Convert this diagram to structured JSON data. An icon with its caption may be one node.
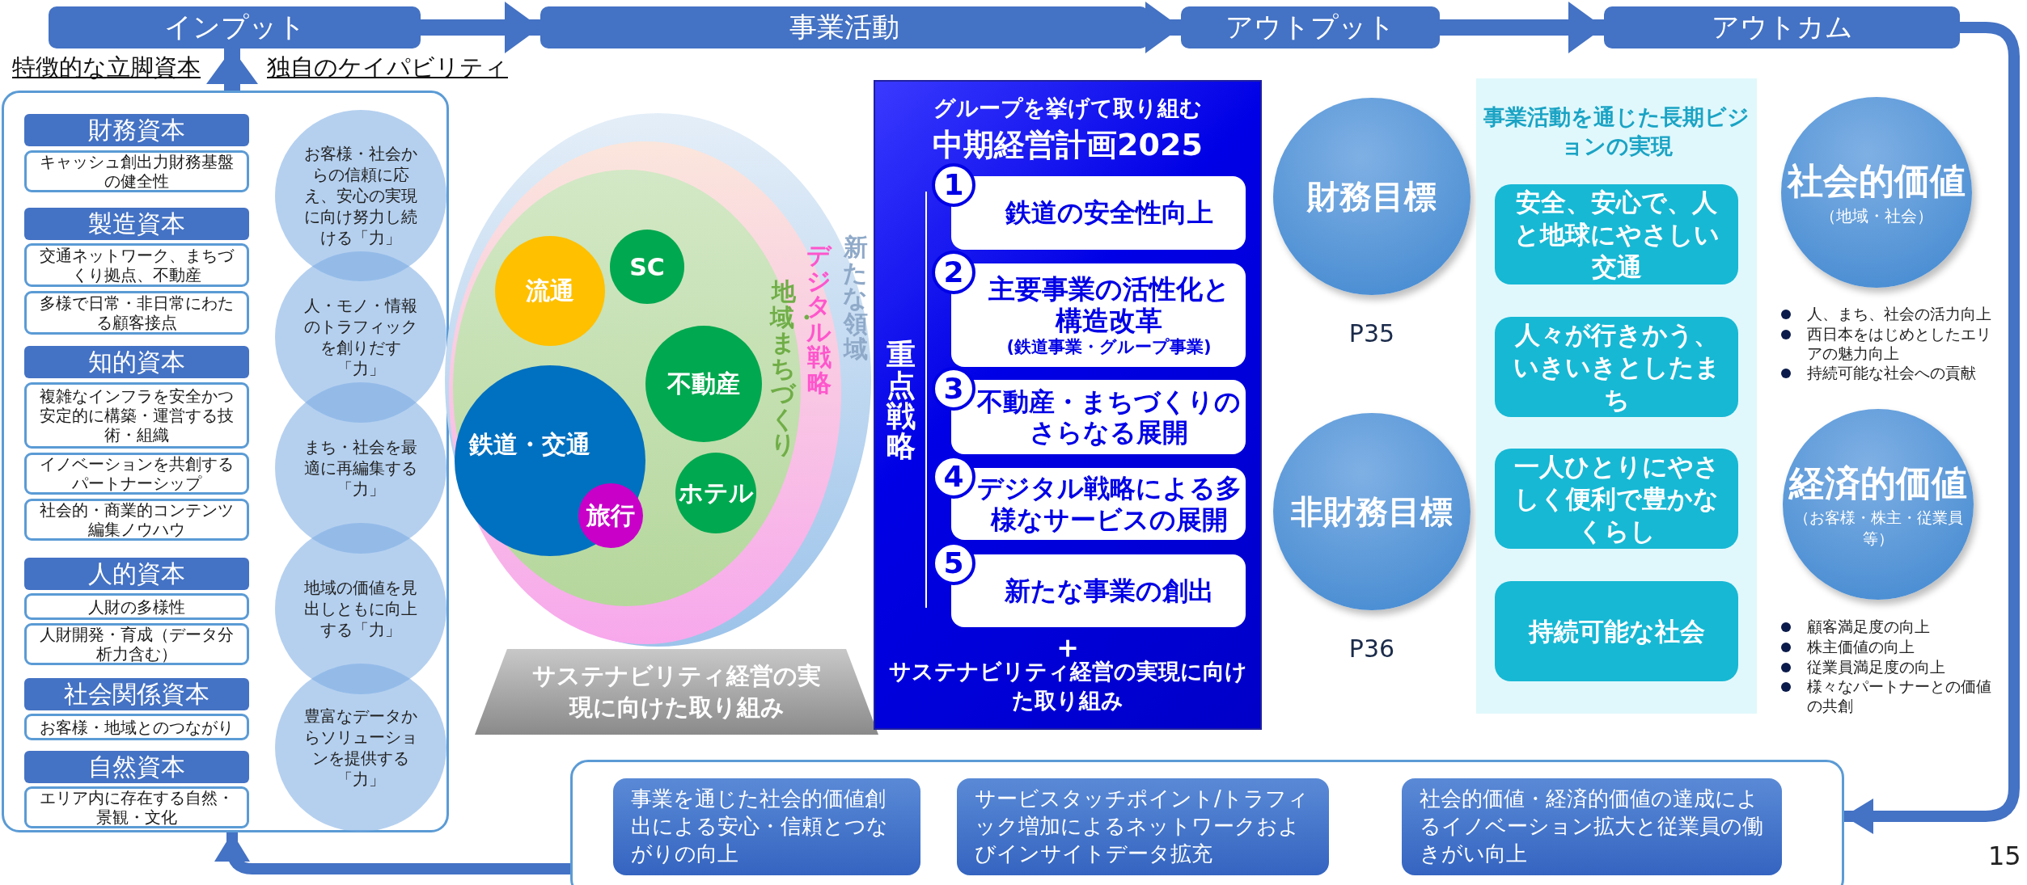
{
  "diagram": {
    "nodes": [
      {
        "text": [
          "インプット"
        ]
      },
      {
        "text": [
          "事業活動"
        ]
      },
      {
        "text": [
          "アウトプット"
        ]
      },
      {
        "text": [
          "アウトカム"
        ]
      },
      {
        "text": [],
        "shape": "box"
      },
      {
        "text": [
          "財務資本"
        ],
        "in": 4
      },
      {
        "text": [
          "キャッシュ創出力財務基盤の健全性"
        ],
        "in": 4
      },
      {
        "text": [
          "製造資本"
        ],
        "in": 4
      },
      {
        "text": [
          "交通ネットワーク、まちづくり拠点、不動産"
        ],
        "in": 4
      },
      {
        "text": [
          "多様で日常・非日常にわたる顧客接点"
        ],
        "in": 4
      },
      {
        "text": [
          "知的資本"
        ],
        "in": 4
      },
      {
        "text": [
          "複雑なインフラを安全かつ安定的に構築・運営する技術・組織"
        ],
        "in": 4
      },
      {
        "text": [
          "イノベーションを共創するパートナーシップ"
        ],
        "in": 4
      },
      {
        "text": [
          "社会的・商業的コンテンツ編集ノウハウ"
        ],
        "in": 4
      },
      {
        "text": [
          "人的資本"
        ],
        "in": 4
      },
      {
        "text": [
          "人財の多様性"
        ],
        "in": 4
      },
      {
        "text": [
          "人財開発・育成（データ分析力含む）"
        ],
        "in": 4
      },
      {
        "text": [
          "社会関係資本"
        ],
        "in": 4
      },
      {
        "text": [
          "お客様・地域とのつながり"
        ],
        "in": 4
      },
      {
        "text": [
          "自然資本"
        ],
        "in": 4
      },
      {
        "text": [
          "エリア内に存在する自然・景観・文化"
        ],
        "in": 4
      },
      {
        "text": [
          "お客様・社会からの信頼に応え、安心の実現に向け努力し続ける「力」"
        ],
        "in": 4
      },
      {
        "text": [
          "人・モノ・情報のトラフィックを創りだす「力」"
        ],
        "in": 4
      },
      {
        "text": [
          "まち・社会を最適に再編集する「力」"
        ],
        "in": 4
      },
      {
        "text": [
          "地域の価値を見出しともに向上する「力」"
        ],
        "in": 4
      },
      {
        "text": [
          "豊富なデータからソリューションを提供する「力」"
        ],
        "in": 4
      },
      {
        "text": [
          "新たな領域"
        ]
      },
      {
        "text": [
          "デジタル戦略"
        ],
        "in": 26
      },
      {
        "text": [
          "地域・まちづくり"
        ],
        "in": 27
      },
      {
        "text": [
          "鉄道・交通"
        ],
        "in": 28
      },
      {
        "text": [
          "流通"
        ],
        "in": 28
      },
      {
        "text": [
          "SC"
        ],
        "in": 28
      },
      {
        "text": [
          "不動産"
        ],
        "in": 28
      },
      {
        "text": [
          "ホテル"
        ],
        "in": 28
      },
      {
        "text": [
          "旅行"
        ],
        "in": 29
      },
      {
        "text": [
          "サステナビリティ経営の実現に向けた取り組み"
        ]
      },
      {
        "text": [
          "グループを挙げて取り組む",
          "中期経営計画2025",
          "重点戦略",
          "＋",
          "サステナビリティ経営の実現に向けた取り組み"
        ]
      },
      {
        "text": [
          "1",
          "鉄道の安全性向上"
        ],
        "in": 36
      },
      {
        "text": [
          "2",
          "主要事業の活性化と構造改革",
          "(鉄道事業・グループ事業)"
        ],
        "in": 36
      },
      {
        "text": [
          "3",
          "不動産・まちづくりのさらなる展開"
        ],
        "in": 36
      },
      {
        "text": [
          "4",
          "デジタル戦略による多様なサービスの展開"
        ],
        "in": 36
      },
      {
        "text": [
          "5",
          "新たな事業の創出"
        ],
        "in": 36
      },
      {
        "text": [
          "財務目標"
        ],
        "beside": [
          "P35"
        ]
      },
      {
        "text": [
          "非財務目標"
        ],
        "beside": [
          "P36"
        ]
      },
      {
        "text": [
          "事業活動を通じた長期ビジョンの実現"
        ]
      },
      {
        "text": [
          "安全、安心で、人と地球にやさしい交通"
        ],
        "in": 44
      },
      {
        "text": [
          "人々が行きかう、いきいきとしたまち"
        ],
        "in": 44
      },
      {
        "text": [
          "一人ひとりにやさしく便利で豊かなくらし"
        ],
        "in": 44
      },
      {
        "text": [
          "持続可能な社会"
        ],
        "in": 44
      },
      {
        "text": [
          "社会的価値",
          "（地域・社会）"
        ],
        "beside": [
          "人、まち、社会の活力向上",
          "西日本をはじめとしたエリアの魅力向上",
          "持続可能な社会への貢献"
        ]
      },
      {
        "text": [
          "経済的価値",
          "（お客様・株主・従業員等）"
        ],
        "beside": [
          "顧客満足度の向上",
          "株主価値の向上",
          "従業員満足度の向上",
          "様々なパートナーとの価値の共創"
        ]
      },
      {
        "text": [],
        "shape": "box"
      },
      {
        "text": [
          "事業を通じた社会的価値創出による安心・信頼とつながりの向上"
        ],
        "in": 51
      },
      {
        "text": [
          "サービスタッチポイント/トラフィック増加によるネットワークおよびインサイトデータ拡充"
        ],
        "in": 51
      },
      {
        "text": [
          "社会的価値・経済的価値の達成によるイノベーション拡大と従業員の働きがい向上"
        ],
        "in": 51
      }
    ],
    "edges": [
      {
        "from": 0,
        "to": 1,
        "arrow": "to"
      },
      {
        "from": 1,
        "to": 2,
        "arrow": "to"
      },
      {
        "from": 2,
        "to": 3,
        "arrow": "to"
      },
      {
        "from": 4,
        "to": 0,
        "arrow": "to"
      },
      {
        "from": 3,
        "to": 51,
        "arrow": "to"
      },
      {
        "from": 51,
        "to": 4,
        "arrow": "to"
      }
    ],
    "labels": [
      "特徴的な立脚資本",
      "独自のケイパビリティ",
      "15"
    ]
  }
}
